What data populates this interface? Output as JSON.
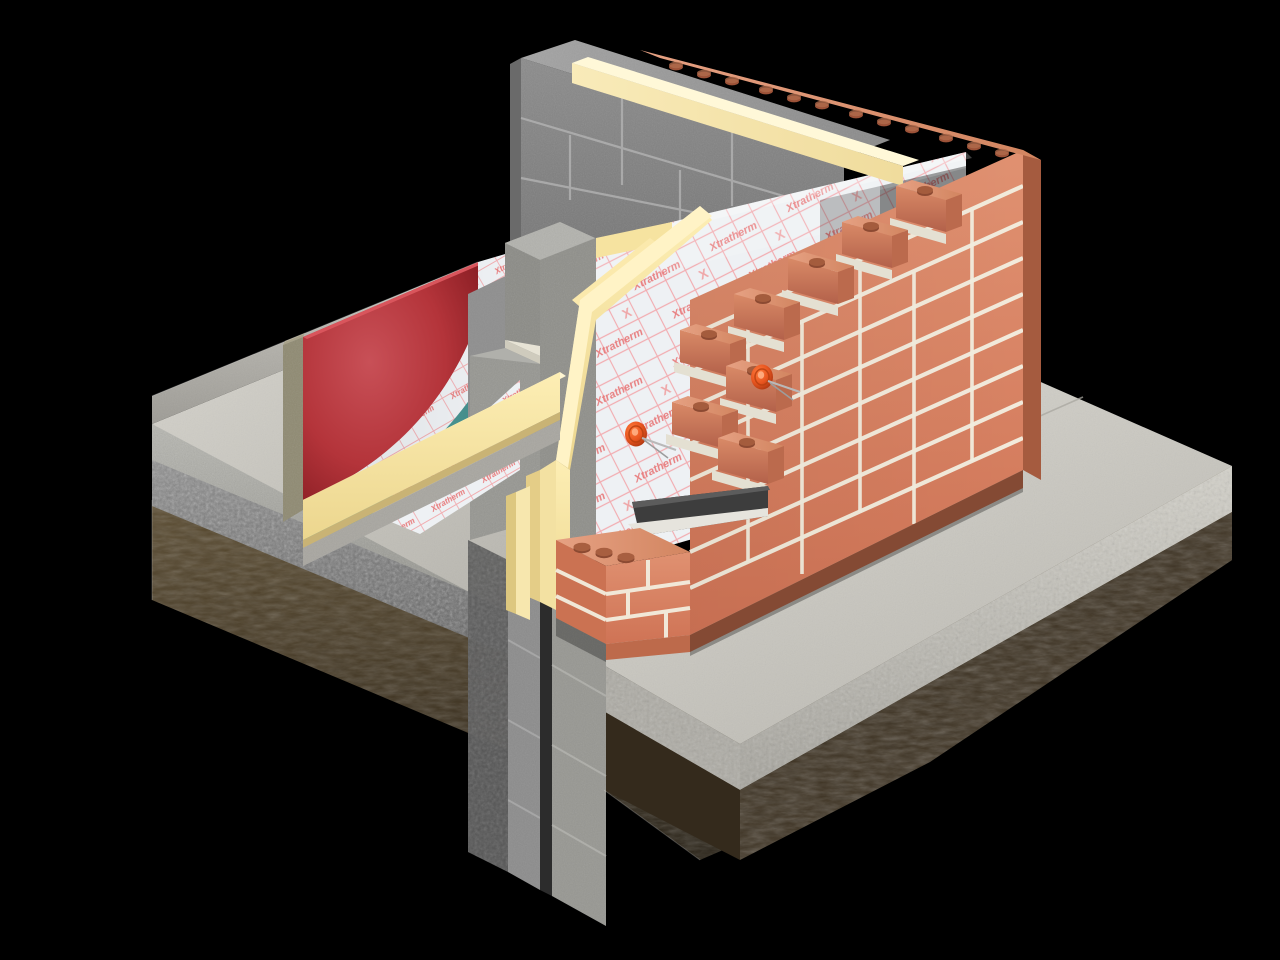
{
  "scene": {
    "title": "Cavity wall to ground floor junction cutaway",
    "subject": "Full-fill / partial-fill PIR cavity wall insulation at floor slab perimeter",
    "background_color": "#000000",
    "view": "isometric 3D cutaway render, no UI chrome, no labels or callouts"
  },
  "branding": {
    "insulation_brand": "Xtratherm",
    "facing_print_text": "Xtratherm",
    "facing_print_color": "#e8797a",
    "facing_base_color": "#eef1f4",
    "facing_grid_color": "#f0a0a4"
  },
  "materials": {
    "soil": {
      "name": "Subsoil / existing ground",
      "color": "#463a26",
      "color_dark": "#2d2517",
      "color_light": "#5b4c31"
    },
    "hardcore": {
      "name": "Compacted hardcore / granular fill",
      "color": "#6e6e6e",
      "color_dark": "#4a4a4a",
      "color_light": "#8d8d8d"
    },
    "sand_blinding": {
      "name": "Sand blinding",
      "color": "#9a9a96",
      "color_dark": "#76766f",
      "color_light": "#b4b4ae"
    },
    "concrete_slab": {
      "name": "Concrete ground-bearing slab",
      "color": "#b9b7b1",
      "color_dark": "#8e8c86",
      "color_light": "#d2d0c9"
    },
    "paving": {
      "name": "External paving / concrete apron",
      "color": "#c8c6c0",
      "color_dark": "#a09e98",
      "color_light": "#e0ded7"
    },
    "screed": {
      "name": "Sand / cement screed",
      "color": "#9d9d9d",
      "color_dark": "#7b7b7b",
      "color_light": "#b8b8b8"
    },
    "dpm": {
      "name": "Damp proof membrane (DPM)",
      "color": "#4f9d9b",
      "color_dark": "#34706e",
      "color_light": "#79bdbb"
    },
    "floor_finish": {
      "name": "Floor finish",
      "color": "#b9363c",
      "color_dark": "#8d2126",
      "color_light": "#cf5358"
    },
    "skirting_band": {
      "name": "Plaster / edge band",
      "color": "#8f8a72",
      "color_dark": "#6e6a57",
      "color_light": "#a8a28a"
    },
    "pir_core": {
      "name": "PIR insulation core",
      "color": "#fce9a8",
      "color_dark": "#e3cd84",
      "color_light": "#fff4cb"
    },
    "pir_facing": {
      "name": "PIR foil facing (printed)",
      "color": "#eef1f4"
    },
    "block": {
      "name": "Concrete block inner leaf",
      "color": "#7f7f7f",
      "color_dark": "#5d5d5d",
      "color_light": "#9a9a9a",
      "joint_color": "#b4b4b4"
    },
    "block_cut": {
      "name": "Block cut face (aggregate)",
      "color": "#9b9b96"
    },
    "brick": {
      "name": "Facing brick outer leaf",
      "color": "#d98060",
      "color_dark": "#b05f43",
      "color_light": "#e9a183",
      "joint_color": "#f3eedf"
    },
    "brick_perf_hole": {
      "name": "Brick perforation",
      "color": "#8c4a32"
    },
    "dpc": {
      "name": "Damp proof course (DPC)",
      "color": "#3d3d3d",
      "color_light": "#575757"
    },
    "mortar": {
      "name": "Mortar bed",
      "color": "#e4e0d2"
    },
    "fixing_disc": {
      "name": "Insulation retaining disc",
      "color": "#e8551f",
      "color_dark": "#b03a10"
    },
    "wall_tie": {
      "name": "Stainless cavity wall tie",
      "color": "#c9c9c9"
    }
  },
  "layers": [
    {
      "id": "soil",
      "label": "Subsoil"
    },
    {
      "id": "hardcore",
      "label": "Hardcore"
    },
    {
      "id": "sand_blinding",
      "label": "Sand blinding"
    },
    {
      "id": "concrete_slab",
      "label": "Concrete slab"
    },
    {
      "id": "pir_floor",
      "label": "PIR floor insulation"
    },
    {
      "id": "dpm",
      "label": "Damp proof membrane"
    },
    {
      "id": "screed",
      "label": "Screed"
    },
    {
      "id": "floor_finish",
      "label": "Floor finish"
    },
    {
      "id": "block_leaf",
      "label": "Block inner leaf"
    },
    {
      "id": "pir_cavity",
      "label": "PIR cavity board"
    },
    {
      "id": "brick_leaf",
      "label": "Brick outer leaf"
    },
    {
      "id": "dpc",
      "label": "DPC"
    },
    {
      "id": "paving",
      "label": "External paving"
    }
  ],
  "counts": {
    "fixing_discs": 2,
    "brick_perforations_per_brick": 3,
    "block_courses_visible": 4,
    "brick_courses_visible": 9
  }
}
